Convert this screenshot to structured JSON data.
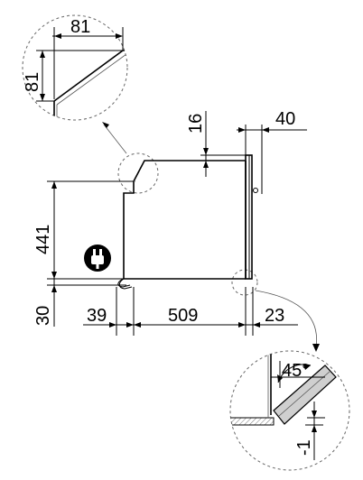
{
  "detail_top": {
    "width_label": "81",
    "height_label": "81"
  },
  "main": {
    "top_clearance_label": "16",
    "door_label": "40",
    "height_label": "441",
    "plinth_label": "30",
    "left_label": "39",
    "depth_label": "509",
    "right_label": "23",
    "plug_icon": "power-plug-icon"
  },
  "detail_bottom": {
    "angle_label": "45°",
    "offset_label": "-1"
  },
  "colors": {
    "line": "#000000",
    "detail_circle": "#777777",
    "hatch": "#888888",
    "plug_bg": "#000000"
  }
}
